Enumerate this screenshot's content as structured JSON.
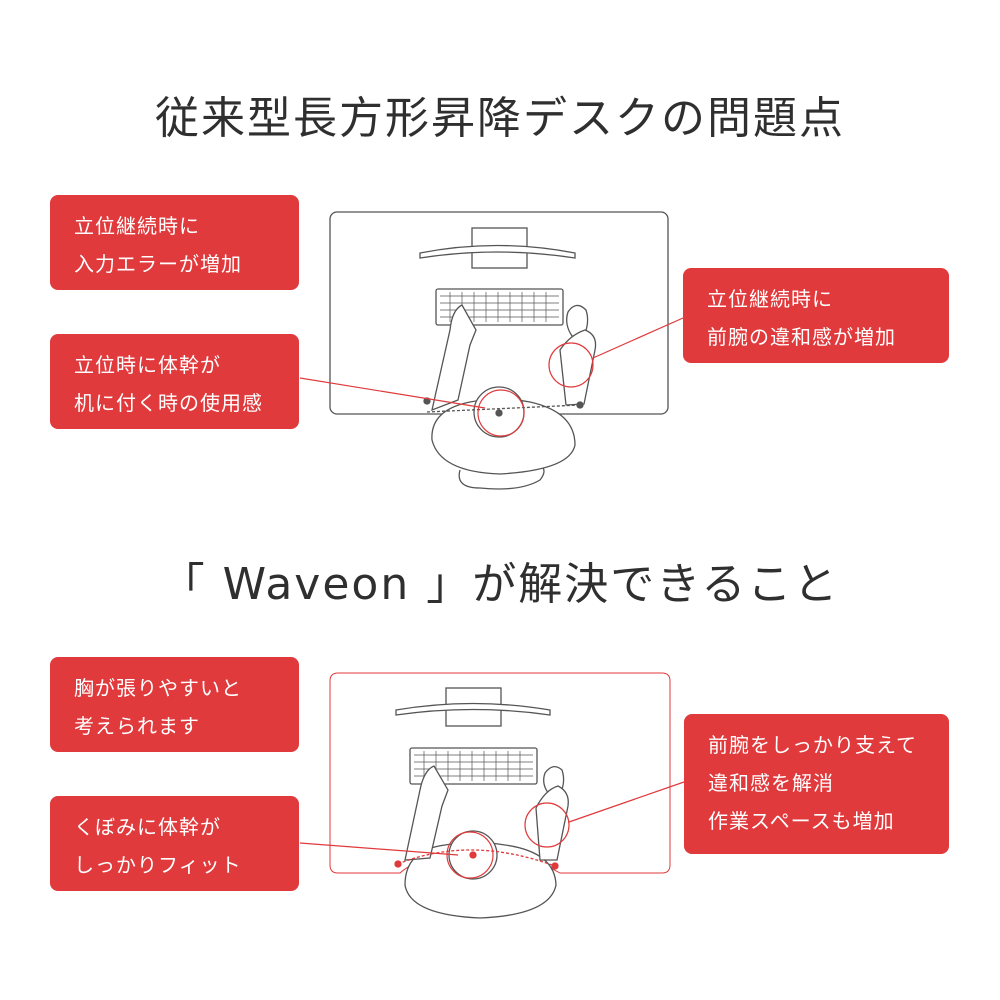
{
  "heading_problems": "従来型長方形昇降デスクの問題点",
  "heading_solution": "「 Waveon 」が解決できること",
  "problems": {
    "left_top": [
      "立位継続時に",
      "入力エラーが増加"
    ],
    "left_bottom": [
      "立位時に体幹が",
      "机に付く時の使用感"
    ],
    "right": [
      "立位継続時に",
      "前腕の違和感が増加"
    ]
  },
  "solutions": {
    "left_top": [
      "胸が張りやすいと",
      "考えられます"
    ],
    "left_bottom": [
      "くぼみに体幹が",
      "しっかりフィット"
    ],
    "right": [
      "前腕をしっかり支えて",
      "違和感を解消",
      "作業スペースも増加"
    ]
  },
  "colors": {
    "accent": "#e03a3c",
    "line": "#555555"
  }
}
